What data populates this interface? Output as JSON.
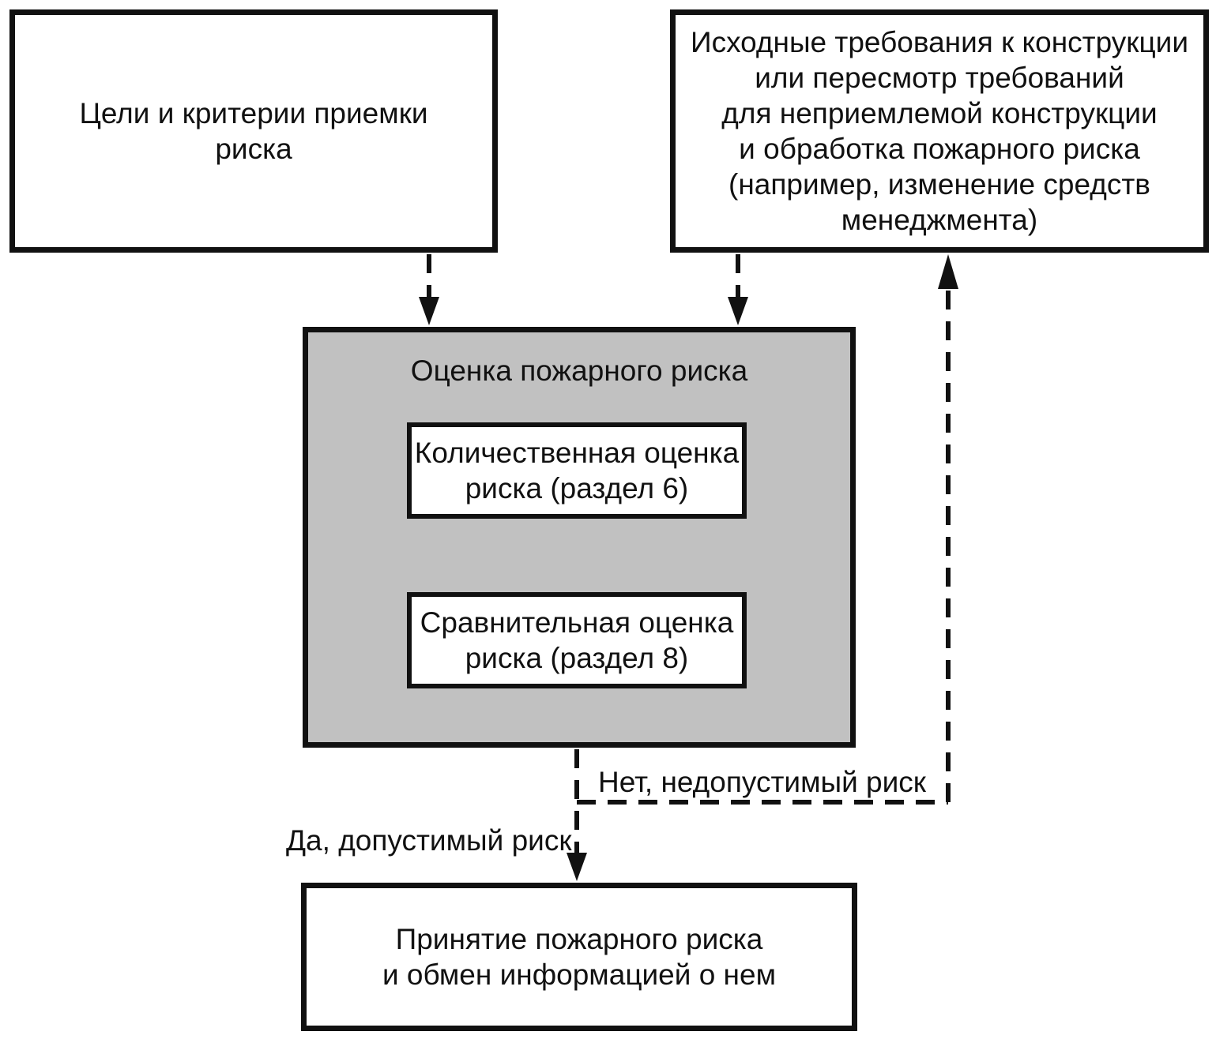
{
  "boxes": {
    "goals": "Цели и критерии приемки\nриска",
    "requirements": "Исходные требования к конструкции\nили пересмотр требований\nдля неприемлемой конструкции\nи обработка пожарного риска\n(например, изменение средств\nменеджмента)",
    "assessment_title": "Оценка пожарного риска",
    "quantitative": "Количественная оценка\nриска (раздел 6)",
    "comparative": "Сравнительная оценка\nриска (раздел 8)",
    "acceptance": "Принятие пожарного риска\nи обмен информацией о нем"
  },
  "edge_labels": {
    "no": "Нет, недопустимый риск",
    "yes": "Да, допустимый риск"
  },
  "colors": {
    "line": "#111111",
    "text": "#111111",
    "box_fill": "#ffffff",
    "assessment_fill": "#c1c1c1",
    "background": "#ffffff"
  }
}
